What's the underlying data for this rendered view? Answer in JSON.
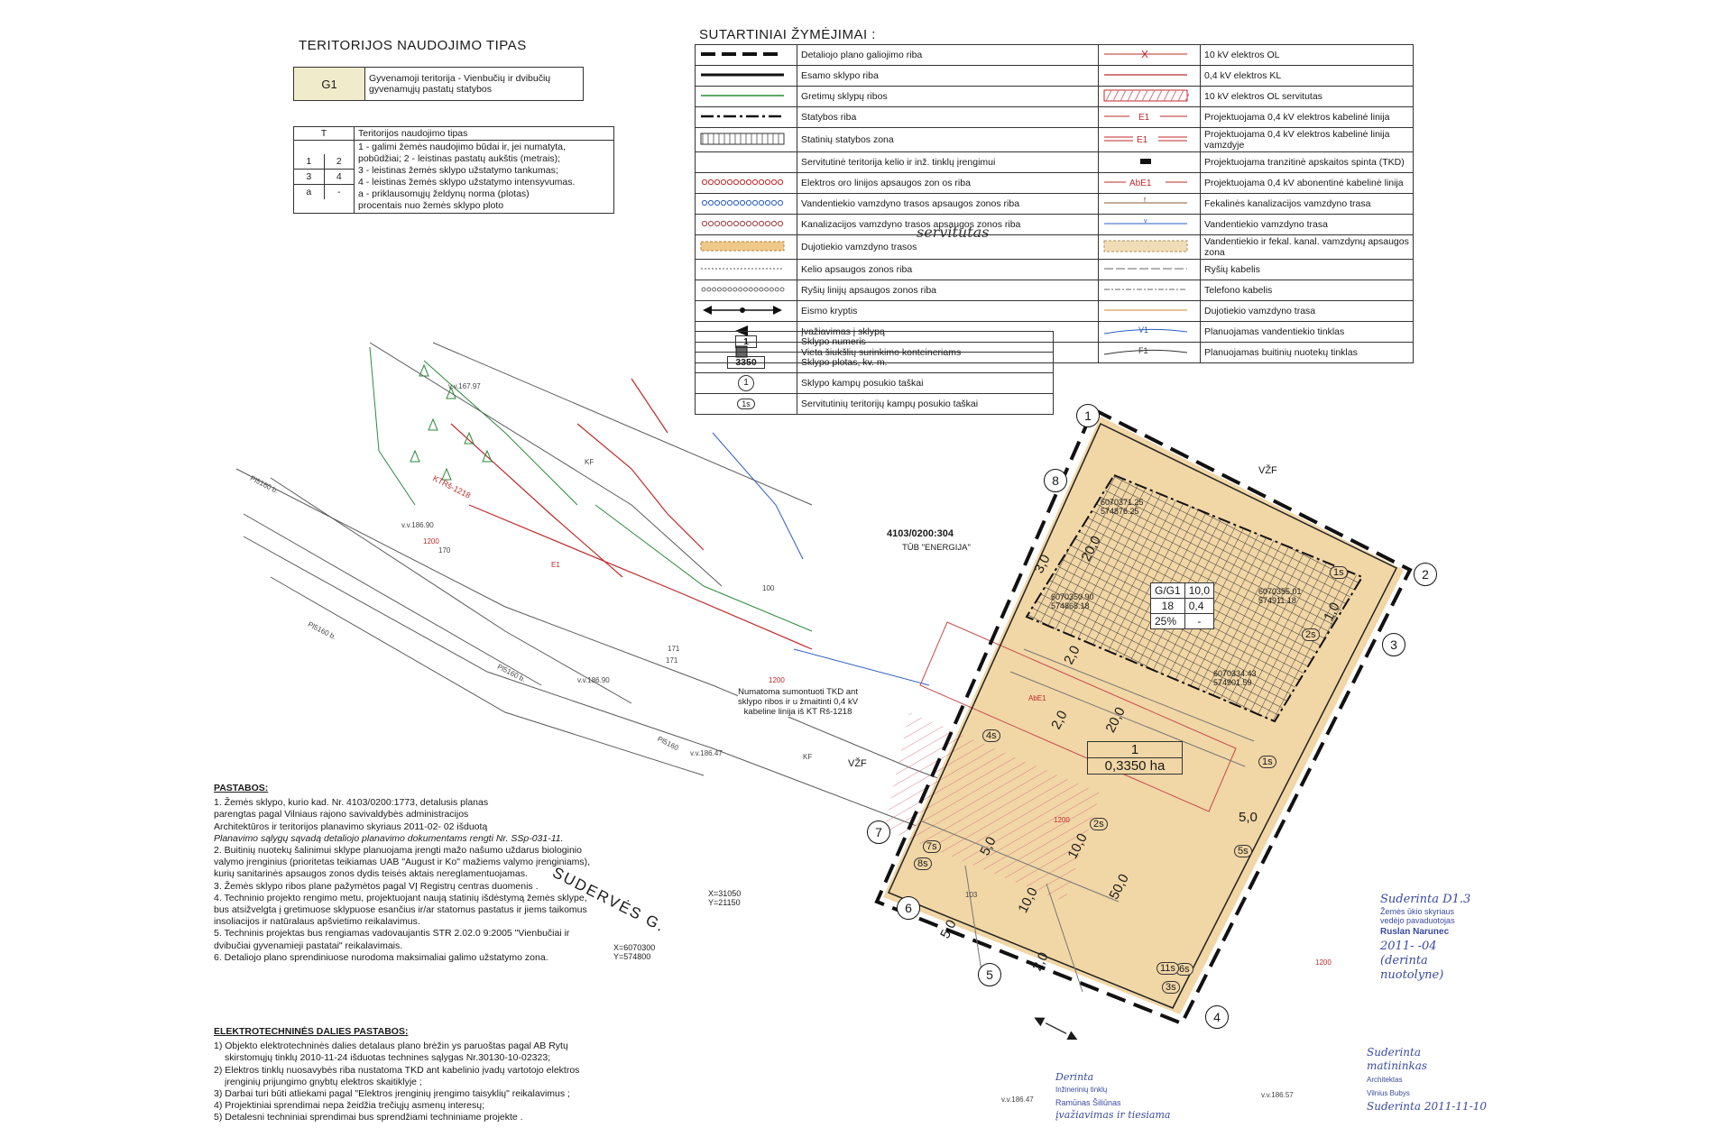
{
  "territory": {
    "title": "TERITORIJOS NAUDOJIMO TIPAS",
    "code": "G1",
    "description": "Gyvenamoji teritorija - Vienbučių ir dvibučių gyvenamųjų pastatų statybos",
    "key_header_t": "T",
    "key_header_label": "Teritorijos naudojimo tipas",
    "key_cells": [
      "1",
      "2",
      "3",
      "4",
      "a",
      "-"
    ],
    "key_text": [
      "1 - galimi žemės naudojimo būdai ir, jei numatyta,",
      "pobūdžiai; 2 - leistinas pastatų aukštis (metrais);",
      "3 - leistinas žemės sklypo užstatymo tankumas;",
      "4 - leistinas žemės sklypo užstatymo intensyvumas.",
      "a - priklausomųjų želdynų norma (plotas)",
      "procentais nuo žemės sklypo ploto"
    ]
  },
  "legend": {
    "title": "SUTARTINIAI ŽYMĖJIMAI :",
    "left": [
      {
        "label": "Detaliojo plano galiojimo riba",
        "sym": "dash-heavy"
      },
      {
        "label": "Esamo sklypo riba",
        "sym": "solid-heavy"
      },
      {
        "label": "Gretimų sklypų ribos",
        "sym": "solid-green"
      },
      {
        "label": "Statybos riba",
        "sym": "dashdot"
      },
      {
        "label": "Statinių statybos zona",
        "sym": "hatch-grid"
      },
      {
        "label": "Servitutinė teritorija kelio ir inž. tinklų įrengimui",
        "sym": "empty"
      },
      {
        "label": "Elektros oro linijos apsaugos zon os riba",
        "sym": "circles-red"
      },
      {
        "label": "Vandentiekio vamzdyno trasos apsaugos zonos riba",
        "sym": "circles-blue"
      },
      {
        "label": "Kanalizacijos vamzdyno trasos apsaugos zonos riba",
        "sym": "circles-red2"
      },
      {
        "label": "Dujotiekio vamzdyno trasos",
        "sym": "fill-tan"
      },
      {
        "label": "Kelio apsaugos zonos riba",
        "sym": "dots-line"
      },
      {
        "label": "Ryšių linijų apsaugos zonos riba",
        "sym": "circles-grey"
      },
      {
        "label": "Eismo kryptis",
        "sym": "arrow-double"
      },
      {
        "label": "Įvažiavimas į sklypą",
        "sym": "arrow-left"
      },
      {
        "label": "Vieta šiukšlių surinkimo konteineriams",
        "sym": "square-hatch"
      }
    ],
    "servitutas_note": "servitutas",
    "right": [
      {
        "label": "10 kV elektros OL",
        "sym": "line-red-x"
      },
      {
        "label": "0,4 kV elektros KL",
        "sym": "line-red"
      },
      {
        "label": "10 kV elektros OL servitutas",
        "sym": "hatch-red"
      },
      {
        "label": "Projektuojama 0,4 kV elektros kabelinė linija",
        "sym": "E1"
      },
      {
        "label": "Projektuojama 0,4 kV elektros kabelinė linija vamzdyje",
        "sym": "E1b"
      },
      {
        "label": "Projektuojama tranzitinė apskaitos spinta (TKD)",
        "sym": "block"
      },
      {
        "label": "Projektuojama 0,4 kV abonentinė kabelinė linija",
        "sym": "AbE1"
      },
      {
        "label": "Fekalinės kanalizacijos vamzdyno trasa",
        "sym": "line-brown"
      },
      {
        "label": "Vandentiekio vamzdyno trasa",
        "sym": "line-blue"
      },
      {
        "label": "Vandentiekio ir fekal. kanal. vamzdynų apsaugos zona",
        "sym": "hatch-tan"
      },
      {
        "label": "Ryšių kabelis",
        "sym": "line-grey"
      },
      {
        "label": "Telefono kabelis",
        "sym": "line-grey2"
      },
      {
        "label": "Dujotiekio vamzdyno trasa",
        "sym": "line-orange"
      },
      {
        "label": "Planuojamas vandentiekio tinklas",
        "sym": "V1"
      },
      {
        "label": "Planuojamas buitinių nuotekų tinklas",
        "sym": "F1"
      }
    ],
    "extra": [
      {
        "label": "Sklypo numeris",
        "sym": "num",
        "v": "1"
      },
      {
        "label": "Sklypo plotas, kv. m.",
        "sym": "num2",
        "v": "3350"
      },
      {
        "label": "Sklypo kampų posukio taškai",
        "sym": "circle",
        "v": "1"
      },
      {
        "label": "Servitutinių teritorijų kampų posukio taškai",
        "sym": "circle2",
        "v": "1s"
      }
    ]
  },
  "notes": {
    "title": "PASTABOS:",
    "lines": [
      "1. Žemės sklypo, kurio kad. Nr. 4103/0200:1773, detalusis planas",
      "parengtas pagal Vilniaus rajono savivaldybės administracijos",
      "Architektūros ir teritorijos planavimo skyriaus 2011-02- 02 išduotą",
      "Planavimo sąlygų sąvadą detaliojo planavimo dokumentams rengti Nr.  SSp-031-11.",
      "2. Buitinių nuotekų šalinimui sklype planuojama įrengti mažo našumo uždarus biologinio",
      "valymo įrenginius (prioritetas teikiamas UAB \"August ir Ko\" mažiems valymo įrenginiams),",
      "kurių sanitarinės apsaugos zonos dydis teisės aktais nereglamentuojamas.",
      "3. Žemės sklypo ribos plane pažymėtos pagal VĮ Registrų centras duomenis .",
      "4. Techninio projekto rengimo metu, projektuojant naują statinių išdėstymą žemės sklype,",
      "bus atsižvelgta į gretimuose sklypuose esančius ir/ar statomus pastatus ir jiems taikomus",
      "insoliacijos ir natūralaus apšvietimo reikalavimus.",
      "5. Techninis projektas bus rengiamas vadovaujantis STR 2.02.0 9:2005 \"Vienbučiai ir",
      "dvibučiai gyvenamieji pastatai\" reikalavimais.",
      "6. Detaliojo plano sprendiniuose nurodoma maksimaliai galimo užstatymo zona."
    ]
  },
  "elec_notes": {
    "title": "ELEKTROTECHNINĖS DALIES PASTABOS:",
    "lines": [
      "1) Objekto elektrotechninės dalies detalaus plano brėžin ys paruoštas pagal AB Rytų",
      "skirstomųjų tinklų 2010-11-24 išduotas technines sąlygas Nr.30130-10-02323;",
      "2) Elektros tinklų nuosavybės riba nustatoma  TKD ant kabelinio įvadų vartotojo elektros",
      "įrenginių prijungimo gnybtų elektros skaitiklyje ;",
      "3) Darbai turi būti atliekami pagal \"Elektros įrenginių įrengimo taisyklių\" reikalavimus  ;",
      "4) Projektiniai sprendimai nepa žeidžia trečiųjų asmenų interesų;",
      "5) Detalesni techniniai sprendimai bus sprendžiami techniniame projekte ."
    ]
  },
  "map": {
    "parcel_code": "4103/0200:304",
    "parcel_owner": "TŪB \"ENERGIJA\"",
    "zone": "G/G1",
    "zone_cells": [
      "10,0",
      "18",
      "0,4",
      "25%",
      "-"
    ],
    "plot_no": "1",
    "plot_area": "0,3350 ha",
    "street": "SUDERVĖS G.",
    "vzf": "VŽF",
    "tkd_note": [
      "Numatoma sumontuoti TKD ant",
      "sklypo ribos ir u žmaitinti 0,4 kV",
      "kabeline linija iš KT Rš-1218"
    ],
    "kt_label": "KTRš-1218",
    "coords": [
      [
        "6070371.25",
        "574876.25"
      ],
      [
        "6070350.90",
        "574868.18"
      ],
      [
        "6070355.01",
        "574911.18"
      ],
      [
        "6070334.43",
        "574901.59"
      ]
    ],
    "xy_left": [
      "X=31050",
      "Y=21150"
    ],
    "xy_right": [
      "X=6070300",
      "Y=574800"
    ],
    "corner_points": [
      "1",
      "2",
      "3",
      "4",
      "5",
      "6",
      "7",
      "8"
    ],
    "servitude_points": [
      "1s",
      "2s",
      "4s",
      "5s",
      "6s",
      "7s",
      "8s",
      "11s",
      "3s"
    ],
    "dims": [
      "5,0",
      "5,0",
      "10,0",
      "10,0",
      "50,0",
      "20,0",
      "2,0",
      "20,0",
      "2,0",
      "2,0",
      "3,0",
      "1,0",
      "5,0"
    ],
    "labels_misc": [
      "Pl5160 b.",
      "Pl5160 b.",
      "Pl5160 b.",
      "Pl5160",
      "v.v.167.97",
      "v.v.186.90",
      "v.v.186.90",
      "v.v.186.47",
      "v.v.186.57",
      "100",
      "103",
      "171",
      "1200",
      "1200",
      "1200",
      "1200",
      "170",
      "171",
      "KF",
      "KF",
      "v.v.186.47",
      "E1",
      "AbE1"
    ]
  },
  "signatures": {
    "right_top": [
      "Suderinta D1.3",
      "Žemės ūkio skyriaus",
      "vedėjo pavaduotojas",
      "Ruslan Narunec",
      "2011- -04",
      "(derinta",
      "nuotolyne)"
    ],
    "bottom_mid": [
      "Derinta",
      "Inžinerinių tinklų",
      "Ramūnas Šiliūnas",
      "įvažiavimas ir tiesiama"
    ],
    "bottom_right": [
      "Suderinta",
      "matininkas",
      "Architektas",
      "Vilnius Bubys",
      "Suderinta 2011-11-10"
    ]
  }
}
